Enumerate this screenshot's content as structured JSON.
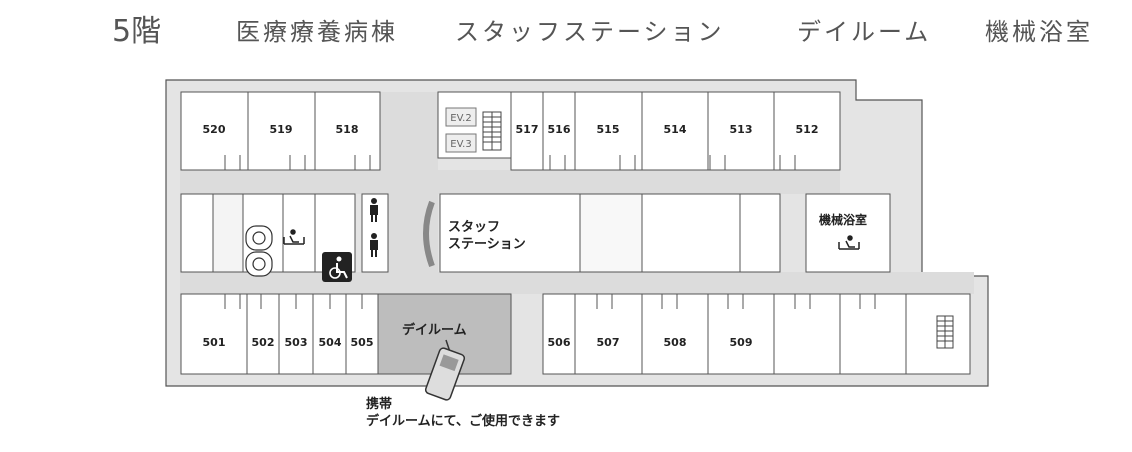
{
  "header": {
    "floor": "5階",
    "items": [
      "医療療養病棟",
      "スタッフステーション",
      "デイルーム",
      "機械浴室"
    ]
  },
  "rooms": {
    "top": [
      "520",
      "519",
      "518",
      "517",
      "516",
      "515",
      "514",
      "513",
      "512"
    ],
    "bottom": [
      "501",
      "502",
      "503",
      "504",
      "505",
      "506",
      "507",
      "508",
      "509"
    ]
  },
  "elevators": [
    "EV.2",
    "EV.3"
  ],
  "labels": {
    "staff_station_1": "スタッフ",
    "staff_station_2": "ステーション",
    "day_room": "デイルーム",
    "bath": "機械浴室"
  },
  "note": {
    "line1": "携帯",
    "line2": "デイルームにて、ご使用できます"
  }
}
